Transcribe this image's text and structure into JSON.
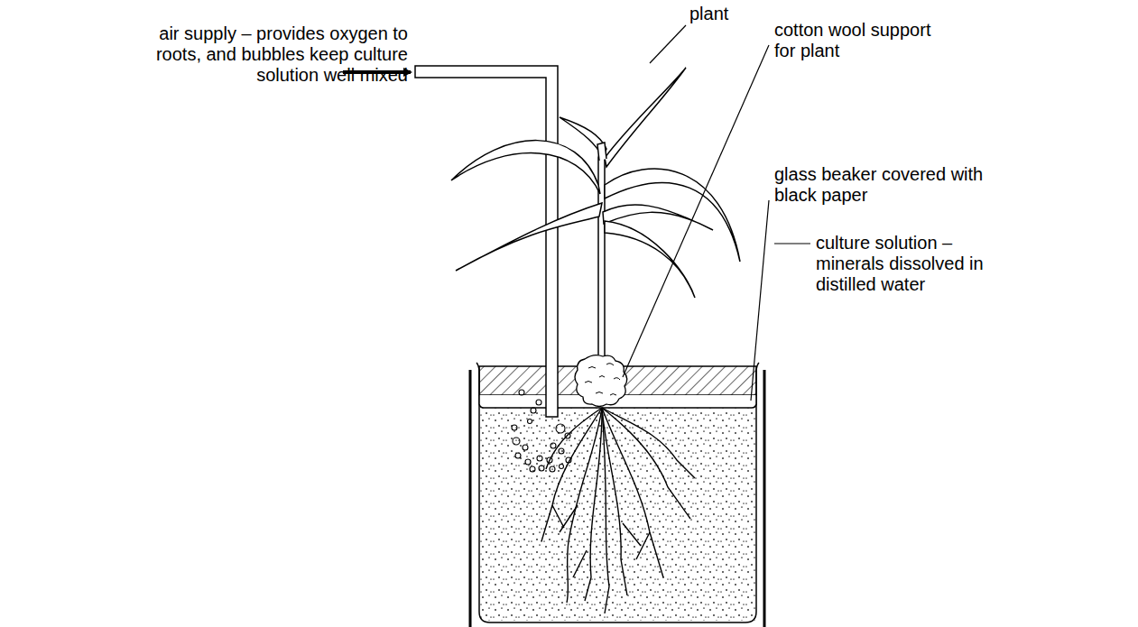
{
  "diagram": {
    "labels": [
      "plant",
      "air supply – provides oxygen to roots, and bubbles keep culture solution well mixed",
      "cotton wool support for plant",
      "glass beaker covered with black paper",
      "culture solution – minerals dissolved in distilled water"
    ]
  }
}
